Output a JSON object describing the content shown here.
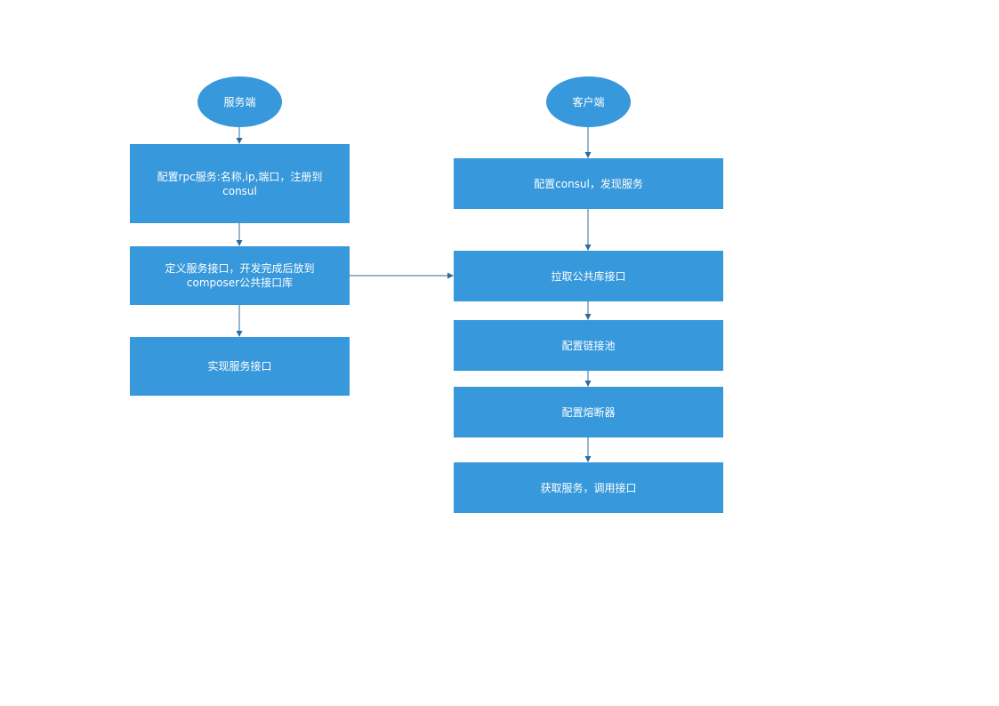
{
  "colors": {
    "node_fill": "#3798DB",
    "edge": "#2C6C9E",
    "text": "#FFFFFF"
  },
  "server": {
    "start": "服务端",
    "step1_line1": "配置rpc服务:名称,ip,端口，注册到",
    "step1_line2": "consul",
    "step2_line1": "定义服务接口，开发完成后放到",
    "step2_line2": "composer公共接口库",
    "step3": "实现服务接口"
  },
  "client": {
    "start": "客户端",
    "step1": "配置consul，发现服务",
    "step2": "拉取公共库接口",
    "step3": "配置链接池",
    "step4": "配置熔断器",
    "step5": "获取服务，调用接口"
  }
}
